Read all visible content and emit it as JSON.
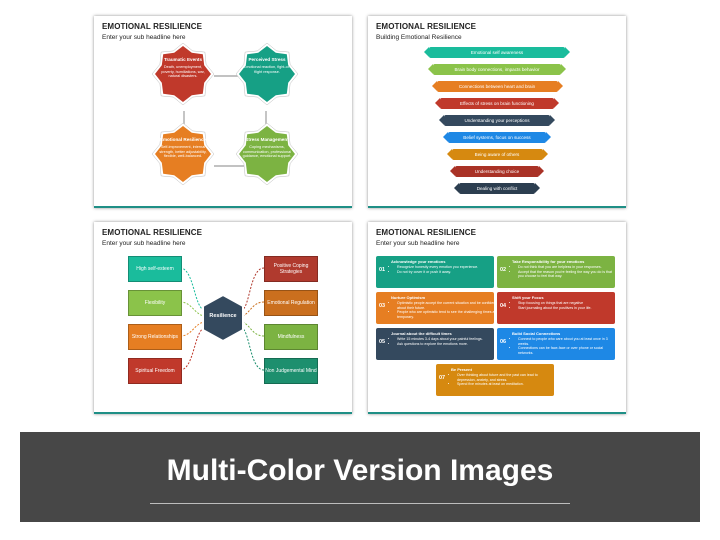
{
  "slide1": {
    "title": "EMOTIONAL RESILIENCE",
    "subtitle": "Enter your sub headline here",
    "items": [
      {
        "heading": "Traumatic Events",
        "desc": "Death, unemployment, poverty, humiliations, war, natural disasters.",
        "color": "#c0392b"
      },
      {
        "heading": "Perceived Stress",
        "desc": "Emotional reaction, fight-or-flight response.",
        "color": "#16a085"
      },
      {
        "heading": "Emotional Resilience",
        "desc": "Self-improvement, internal strength, better adjustability, flexible, well-balanced.",
        "color": "#e67e22"
      },
      {
        "heading": "Stress Management",
        "desc": "Coping mechanisms, communication, professional guidance, emotional support.",
        "color": "#7cb342"
      }
    ]
  },
  "slide2": {
    "title": "EMOTIONAL RESILIENCE",
    "subtitle": "Building Emotional Resilience",
    "bars": [
      {
        "label": "Emotional self awareness",
        "color": "#1abc9c"
      },
      {
        "label": "Brain body connections, impacts behavior",
        "color": "#8bc34a"
      },
      {
        "label": "Connections between heart and brain",
        "color": "#e67e22"
      },
      {
        "label": "Effects of stress on brain functioning",
        "color": "#c0392b"
      },
      {
        "label": "Understanding your perceptions",
        "color": "#34495e"
      },
      {
        "label": "Belief systems, focus on success",
        "color": "#1e88e5"
      },
      {
        "label": "Being aware of others",
        "color": "#d68910"
      },
      {
        "label": "Understanding choice",
        "color": "#a93226"
      },
      {
        "label": "Dealing with conflict",
        "color": "#2c3e50"
      }
    ]
  },
  "slide3": {
    "title": "EMOTIONAL RESILIENCE",
    "subtitle": "Enter your sub headline here",
    "center": "Resilience",
    "left": [
      {
        "label": "High self-esteem",
        "color": "#1abc9c"
      },
      {
        "label": "Flexibility",
        "color": "#8bc34a"
      },
      {
        "label": "Strong Relationships",
        "color": "#e67e22"
      },
      {
        "label": "Spiritual Freedom",
        "color": "#c0392b"
      }
    ],
    "right": [
      {
        "label": "Positive Coping Strategies",
        "color": "#b03a2e"
      },
      {
        "label": "Emotional Regulation",
        "color": "#ca6f1e"
      },
      {
        "label": "Mindfulness",
        "color": "#7cb342"
      },
      {
        "label": "Non Judgemental Mind",
        "color": "#1d8f6e"
      }
    ]
  },
  "slide4": {
    "title": "EMOTIONAL RESILIENCE",
    "subtitle": "Enter your sub headline here",
    "cards": [
      {
        "num": "01",
        "title": "Acknowledge your emotions",
        "points": [
          "Recognize honestly every emotion you experience.",
          "Do not try cover it or push it away."
        ],
        "color": "#16a085"
      },
      {
        "num": "02",
        "title": "Take Responsibility for your emotions",
        "points": [
          "Do not think that you are helpless in your responses.",
          "Accept that the reason you're feeling the way you do is that you choose to feel that way."
        ],
        "color": "#7cb342"
      },
      {
        "num": "03",
        "title": "Nurture Optimism",
        "points": [
          "Optimistic people accept the current situation and be confident about their future.",
          "People who are optimistic tend to see the challenging times as temporary."
        ],
        "color": "#e67e22"
      },
      {
        "num": "04",
        "title": "Shift your Focus",
        "points": [
          "Stop focusing on things that are negative",
          "Start journaling about the positives in your life."
        ],
        "color": "#c0392b"
      },
      {
        "num": "05",
        "title": "Journal about the difficult times",
        "points": [
          "Write 15 minutes 3-4 days about your painful feelings.",
          "Ask questions to explore the emotions more."
        ],
        "color": "#34495e"
      },
      {
        "num": "06",
        "title": "Build Social Connections",
        "points": [
          "Connect to people who care about you at least once in 3 weeks.",
          "Connections can be face-face or over phone or social networks."
        ],
        "color": "#1e88e5"
      },
      {
        "num": "07",
        "title": "Be Present",
        "points": [
          "Over thinking about future and the past can lead to depression, anxiety, and stress.",
          "Spend five minutes at least on meditation."
        ],
        "color": "#d68910"
      }
    ]
  },
  "banner": {
    "title": "Multi-Color Version Images"
  }
}
